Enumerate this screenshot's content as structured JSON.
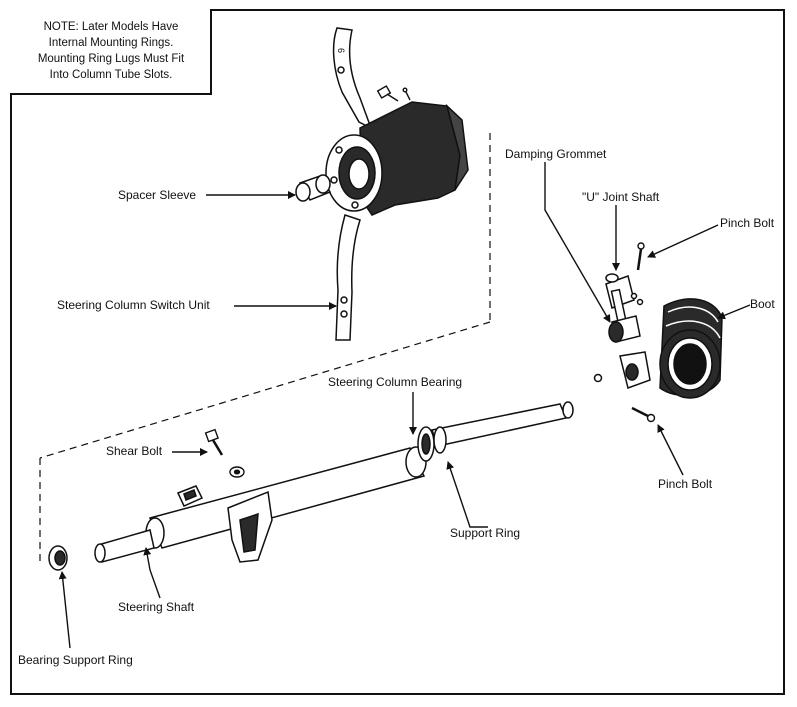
{
  "note": {
    "lines": [
      "NOTE: Later Models Have",
      "Internal Mounting Rings.",
      "Mounting Ring Lugs Must Fit",
      "Into Column Tube Slots."
    ]
  },
  "labels": {
    "spacer_sleeve": "Spacer Sleeve",
    "steering_column_switch_unit": "Steering Column Switch Unit",
    "damping_grommet": "Damping Grommet",
    "u_joint_shaft": "\"U\" Joint Shaft",
    "pinch_bolt_top": "Pinch Bolt",
    "boot": "Boot",
    "pinch_bolt_bottom": "Pinch Bolt",
    "steering_column_bearing": "Steering Column Bearing",
    "shear_bolt": "Shear Bolt",
    "support_ring": "Support Ring",
    "steering_shaft": "Steering Shaft",
    "bearing_support_ring": "Bearing Support Ring"
  },
  "colors": {
    "ink": "#111111",
    "paper": "#ffffff",
    "shade": "#2a2a2a"
  }
}
